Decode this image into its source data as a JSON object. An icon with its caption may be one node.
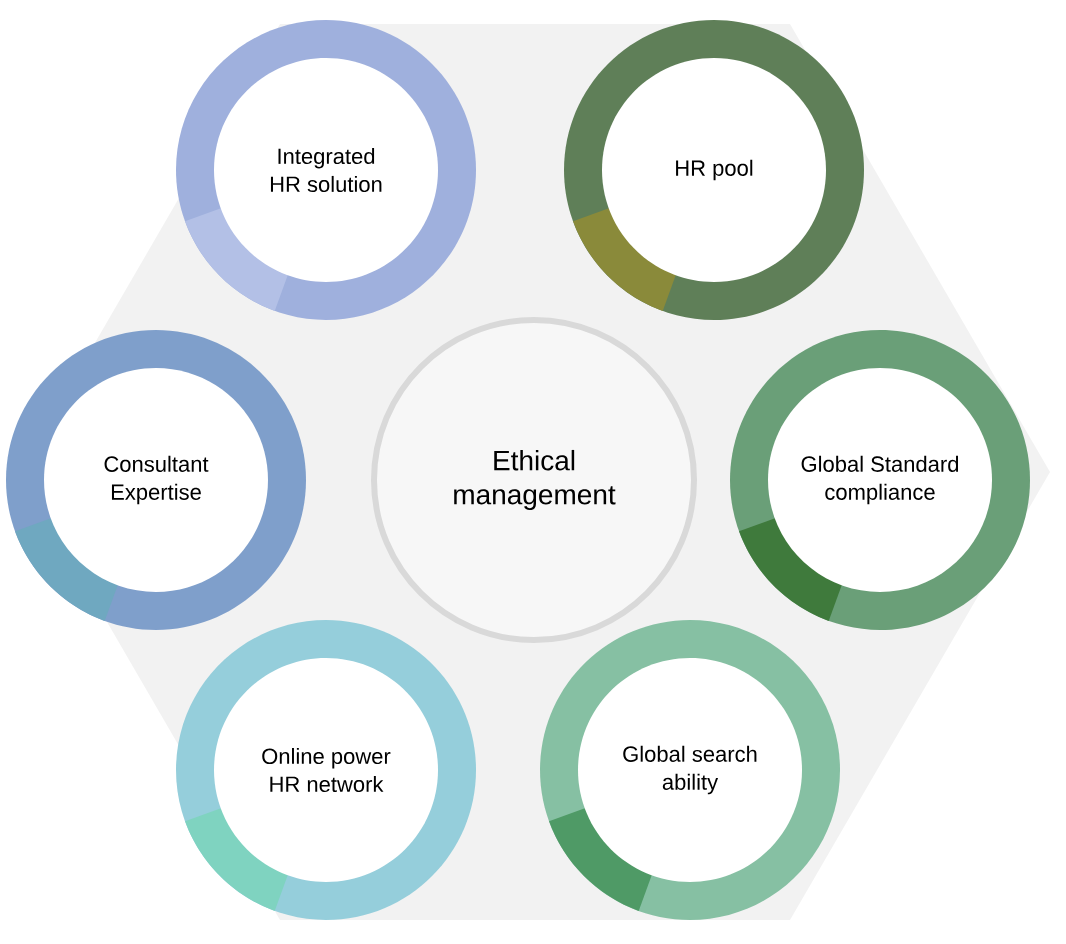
{
  "diagram": {
    "nodes": [
      {
        "text": [
          "Integrated HR solution"
        ]
      },
      {
        "text": [
          "HR pool"
        ]
      },
      {
        "text": [
          "Consultant Expertise"
        ]
      },
      {
        "text": [
          "Ethical management"
        ]
      },
      {
        "text": [
          "Global Standard compliance"
        ]
      },
      {
        "text": [
          "Online power HR network"
        ]
      },
      {
        "text": [
          "Global search ability"
        ]
      }
    ]
  }
}
